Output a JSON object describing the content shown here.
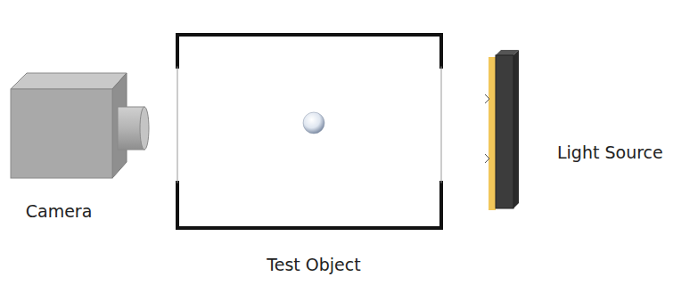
{
  "diagram": {
    "labels": [
      "Camera",
      "Test Object",
      "Light Source"
    ]
  }
}
